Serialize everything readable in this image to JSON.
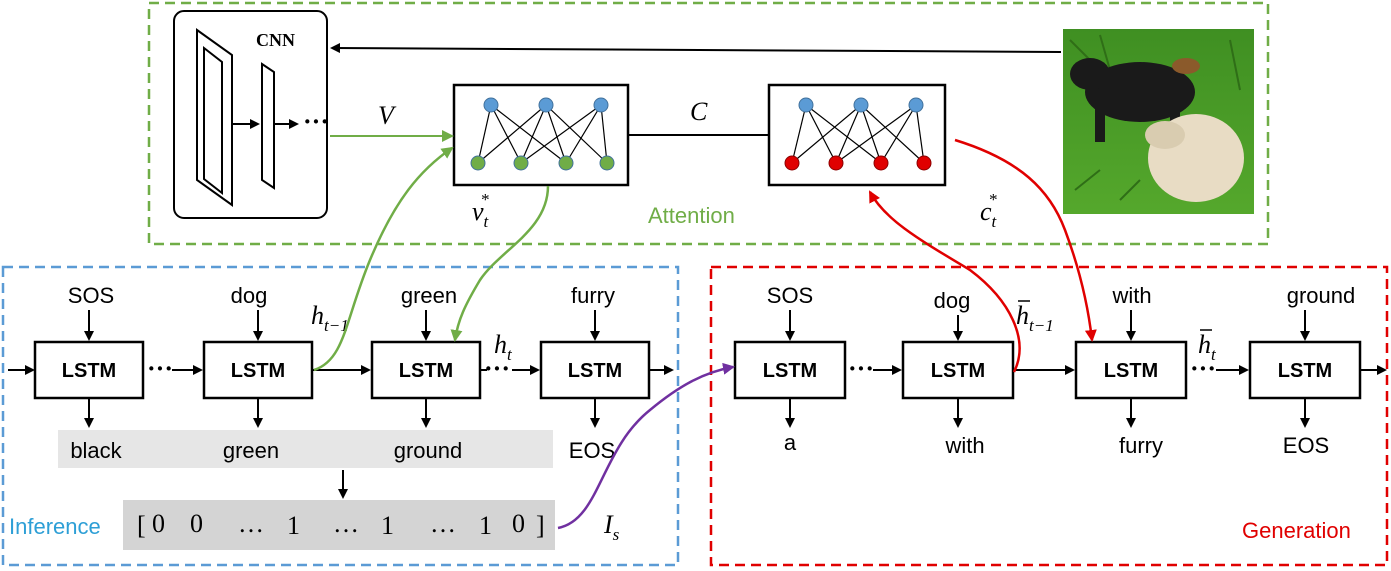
{
  "colors": {
    "attention": "#70ad47",
    "inference": "#5b9bd5",
    "generation": "#e00000",
    "image_link": "#7030a0",
    "node_blue": "#5b9bd5",
    "node_green": "#70ad47",
    "node_red": "#e00000",
    "word_band": "#e6e6e6",
    "vector_band": "#d4d4d4"
  },
  "regions": {
    "attention": "Attention",
    "inference": "Inference",
    "generation": "Generation"
  },
  "cnn": {
    "label": "CNN"
  },
  "symbols": {
    "v": "V",
    "c": "C",
    "v_star": "v",
    "v_star_sub": "t",
    "v_star_sup": "*",
    "c_star": "c",
    "c_star_sub": "t",
    "c_star_sup": "*",
    "h_prev": "h",
    "h_prev_sub": "t−1",
    "h_t": "h",
    "h_t_sub": "t",
    "hbar_prev": "h",
    "hbar_prev_sub": "t−1",
    "hbar_t": "h",
    "hbar_t_sub": "t",
    "i_s": "I",
    "i_s_sub": "s"
  },
  "lstm_label": "LSTM",
  "inference_inputs": [
    "SOS",
    "dog",
    "green",
    "furry"
  ],
  "inference_outputs": [
    "black",
    "green",
    "ground",
    "EOS"
  ],
  "generation_inputs": [
    "SOS",
    "dog",
    "with",
    "ground"
  ],
  "generation_outputs": [
    "a",
    "with",
    "furry",
    "EOS"
  ],
  "vector": {
    "open": "[",
    "values": [
      "0",
      "0",
      "…",
      "1",
      "…",
      "1",
      "…",
      "1",
      "0"
    ],
    "close": "]"
  },
  "image": {
    "icon": "dog-photo-icon"
  }
}
